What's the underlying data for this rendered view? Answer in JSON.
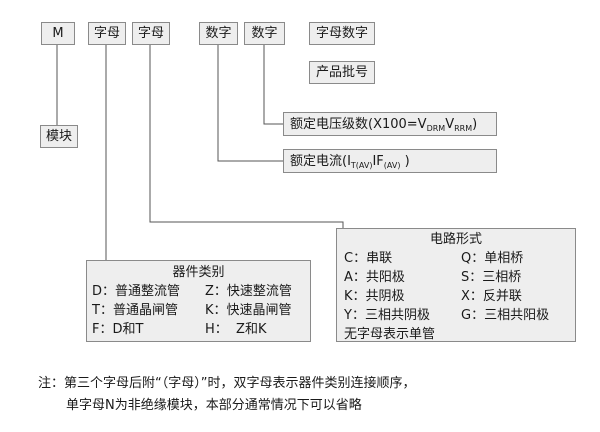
{
  "code_boxes": {
    "m": "M",
    "letter_1": "字母",
    "letter_2": "字母",
    "digit_1": "数字",
    "digit_2": "数字",
    "suffix": "字母数字"
  },
  "product_batch": "产品批号",
  "module": "模块",
  "voltage": {
    "prefix": "额定电压级数(X100=V",
    "sub_1": "DRM",
    "mid": "V",
    "sub_2": "RRM",
    "suffix": ")"
  },
  "current": {
    "prefix": "额定电流(I",
    "sub_1": "T(AV)",
    "mid": "IF",
    "sub_2": "(AV)",
    "suffix": " )"
  },
  "circuit": {
    "title": "电路形式",
    "rows": [
      [
        "C：串联",
        "Q：单相桥"
      ],
      [
        "A：共阳极",
        "S：三相桥"
      ],
      [
        "K：共阴极",
        "X：反并联"
      ],
      [
        "Y：三相共阴极",
        "G：三相共阳极"
      ],
      [
        "无字母表示单管",
        ""
      ]
    ]
  },
  "device": {
    "title": "器件类别",
    "rows": [
      [
        "D：普通整流管",
        "Z：快速整流管"
      ],
      [
        "T：普通晶闸管",
        "K：快速晶闸管"
      ],
      [
        "F：D和T",
        "H：  Z和K"
      ]
    ]
  },
  "note": {
    "line_1": "注：第三个字母后附“（字母）”时，双字母表示器件类别连接顺序，",
    "line_2": "单字母N为非绝缘模块，本部分通常情况下可以省略"
  },
  "colors": {
    "box_fill": "#eeeeee",
    "box_border": "#8a8a8a",
    "line": "#555555"
  }
}
